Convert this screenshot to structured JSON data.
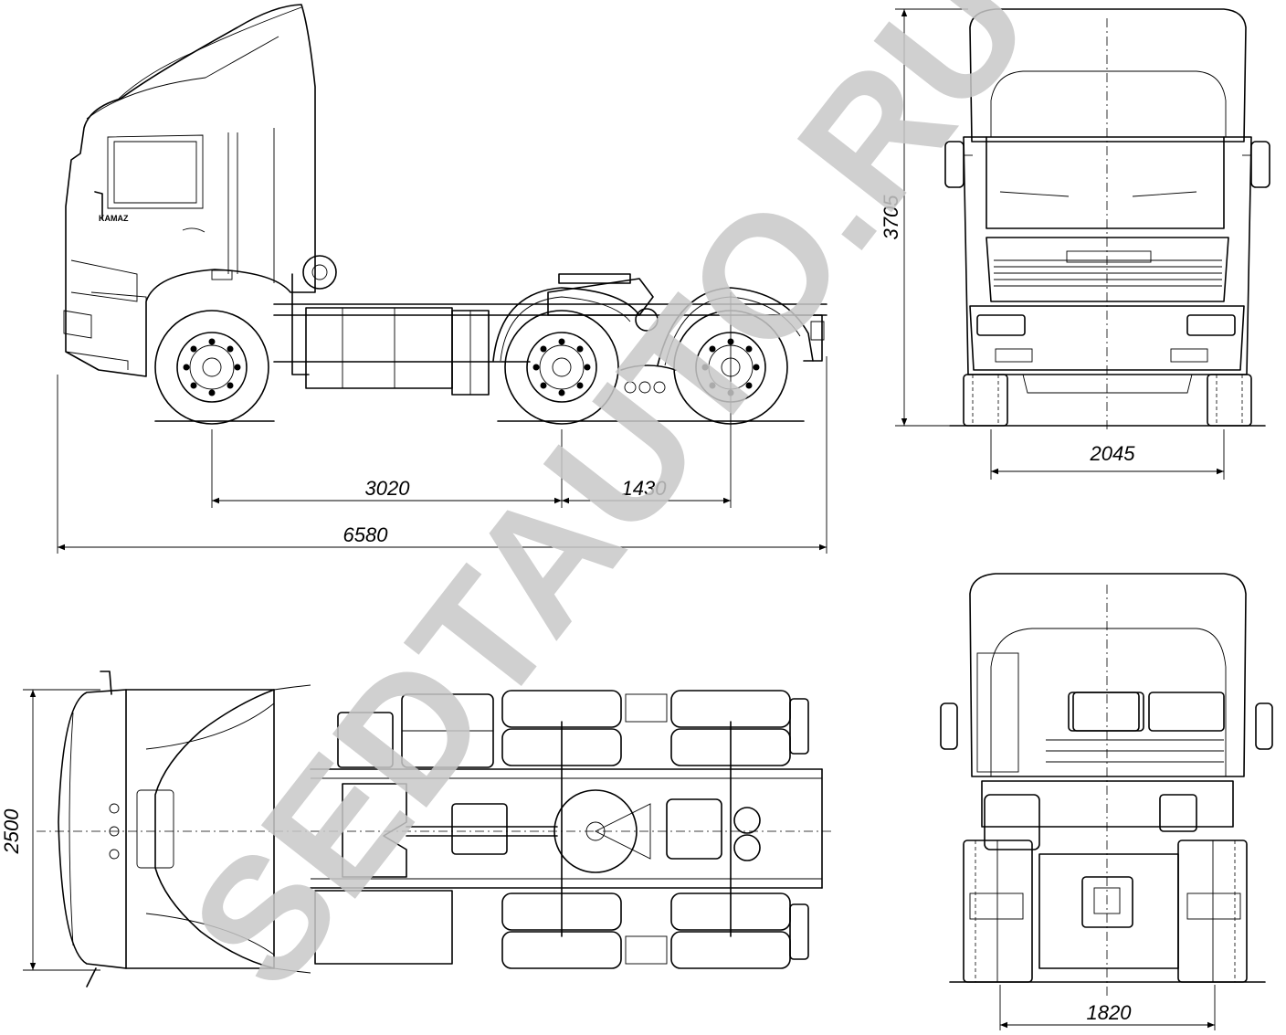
{
  "dimensions": {
    "wheelbase_front": "3020",
    "wheelbase_rear": "1430",
    "overall_length": "6580",
    "overall_height": "3705",
    "front_track": "2045",
    "overall_width": "2500",
    "rear_track": "1820"
  },
  "cab_badge": "KAMAZ",
  "watermark": "SEDTAUTO.RU",
  "colors": {
    "line": "#000000",
    "watermark": "#c8c8c8",
    "background": "#ffffff"
  }
}
